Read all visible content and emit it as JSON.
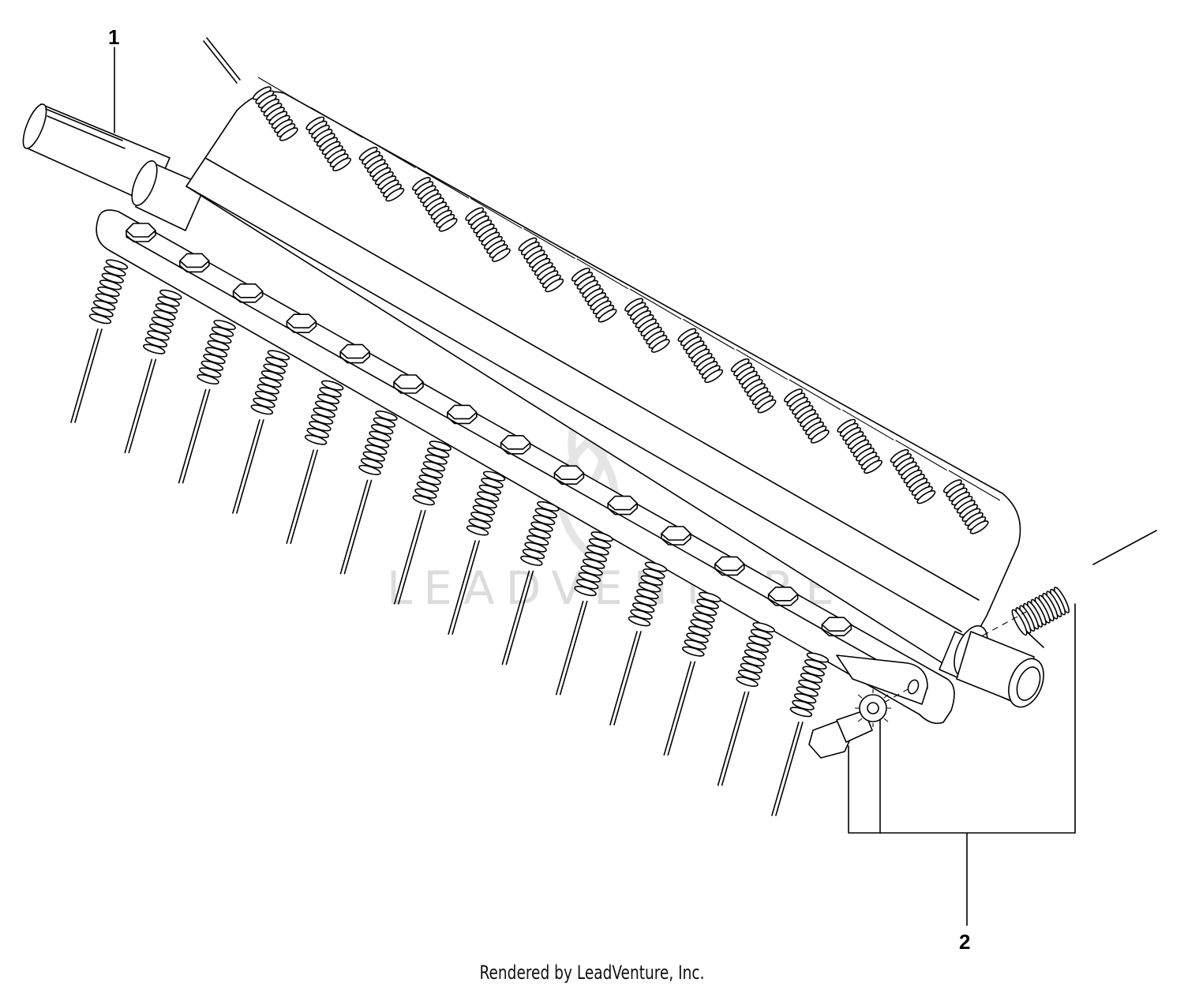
{
  "diagram": {
    "callouts": [
      {
        "id": "callout-1",
        "label": "1"
      },
      {
        "id": "callout-2",
        "label": "2"
      }
    ],
    "watermark": "LEADVENTURE",
    "footer": "Rendered by LeadVenture, Inc."
  },
  "parts": {
    "tine_count": 14,
    "spring_count": 14,
    "bolt_count": 14
  }
}
